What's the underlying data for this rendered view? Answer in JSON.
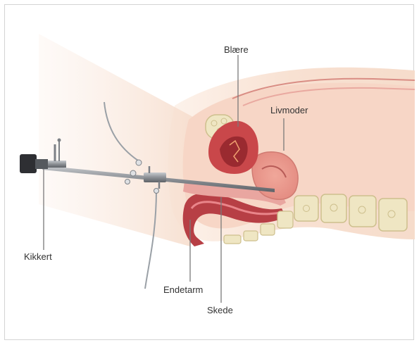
{
  "labels": {
    "bladder": "Blære",
    "uterus": "Livmoder",
    "scope": "Kikkert",
    "rectum": "Endetarm",
    "vagina": "Skede"
  },
  "colors": {
    "skin": "#f6dccb",
    "tissue_pink": "#f3c2b1",
    "organ_red": "#c9474a",
    "organ_dark": "#9a2a30",
    "bone": "#efe6c3",
    "scope_metal": "#8c9095",
    "leader_line": "#7a7a7a"
  }
}
